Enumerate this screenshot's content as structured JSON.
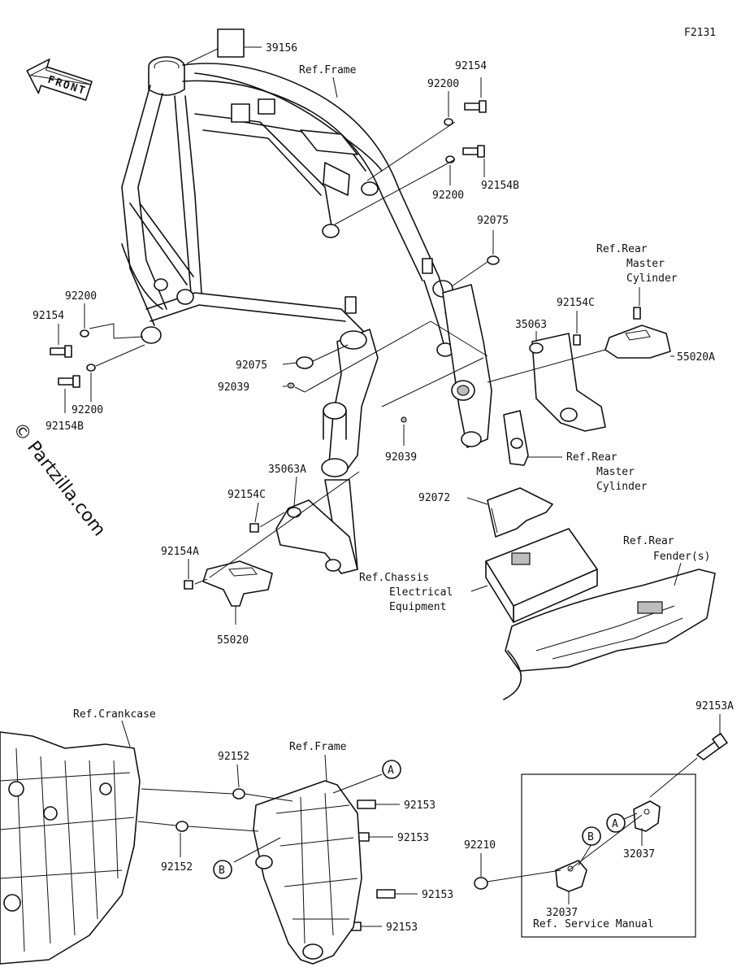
{
  "diagram_id": "F2131",
  "watermark": "© Partzilla.com",
  "front_label": "FRONT",
  "labels": {
    "p39156": "39156",
    "ref_frame_top": "Ref.Frame",
    "p92154_top": "92154",
    "p92200_top": "92200",
    "p92154B_top": "92154B",
    "p92200_mid": "92200",
    "p92075_right": "92075",
    "ref_rear_master_1_l1": "Ref.Rear",
    "ref_rear_master_1_l2": "Master",
    "ref_rear_master_1_l3": "Cylinder",
    "p92154C_right": "92154C",
    "p35063": "35063",
    "p55020A": "55020A",
    "p92200_left": "92200",
    "p92154_left": "92154",
    "p92200_left2": "92200",
    "p92154B_left": "92154B",
    "p92075_left": "92075",
    "p92039_left": "92039",
    "p92039_mid": "92039",
    "ref_rear_master_2_l1": "Ref.Rear",
    "ref_rear_master_2_l2": "Master",
    "ref_rear_master_2_l3": "Cylinder",
    "p35063A": "35063A",
    "p92154C_left": "92154C",
    "p92072": "92072",
    "ref_rear_fender_l1": "Ref.Rear",
    "ref_rear_fender_l2": "Fender(s)",
    "p92154A": "92154A",
    "ref_chassis_l1": "Ref.Chassis",
    "ref_chassis_l2": "Electrical",
    "ref_chassis_l3": "Equipment",
    "p55020": "55020",
    "ref_crankcase": "Ref.Crankcase",
    "p92152_top": "92152",
    "ref_frame_bottom": "Ref.Frame",
    "p92153A": "92153A",
    "callout_A_main": "A",
    "p92153_1": "92153",
    "p92153_2": "92153",
    "p92153_3": "92153",
    "p92153_4": "92153",
    "p92152_bottom": "92152",
    "callout_B_main": "B",
    "p92210": "92210",
    "callout_B_box": "B",
    "callout_A_box": "A",
    "p32037_right": "32037",
    "p32037_left": "32037",
    "ref_service_manual": "Ref. Service Manual"
  }
}
